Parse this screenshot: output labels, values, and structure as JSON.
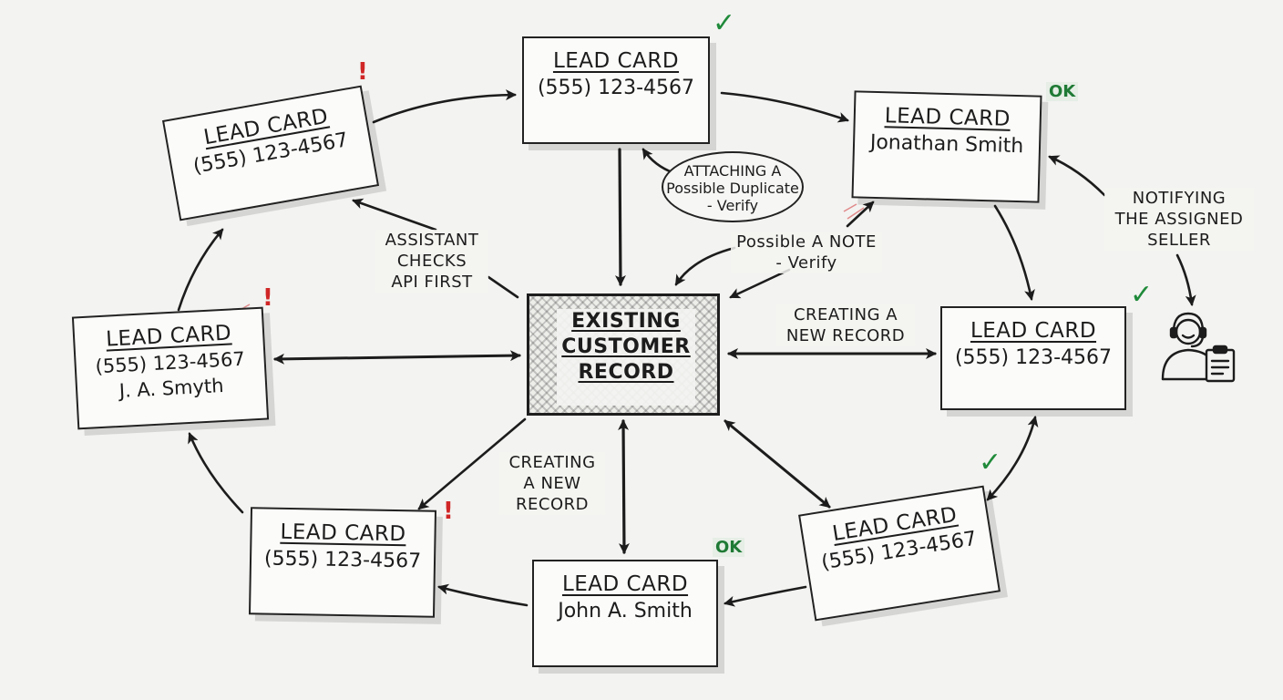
{
  "hub": {
    "lines": [
      "EXISTING",
      "CUSTOMER",
      "RECORD"
    ]
  },
  "cards": [
    {
      "id": "top-left",
      "title": "LEAD CARD",
      "lines": [
        "(555) 123-4567"
      ],
      "mark": "!"
    },
    {
      "id": "top-center",
      "title": "LEAD CARD",
      "lines": [
        "(555) 123-4567"
      ],
      "mark": "✓"
    },
    {
      "id": "top-right",
      "title": "LEAD CARD",
      "lines": [
        "Jonathan Smith"
      ],
      "mark": "OK"
    },
    {
      "id": "mid-left",
      "title": "LEAD CARD",
      "lines": [
        "(555) 123-4567",
        "J. A. Smyth"
      ],
      "mark": "!"
    },
    {
      "id": "mid-right",
      "title": "LEAD CARD",
      "lines": [
        "(555) 123-4567"
      ],
      "mark": "✓"
    },
    {
      "id": "bottom-left",
      "title": "LEAD CARD",
      "lines": [
        "(555) 123-4567"
      ],
      "mark": "!"
    },
    {
      "id": "bottom-center",
      "title": "LEAD CARD",
      "lines": [
        "John A. Smith"
      ],
      "mark": "OK"
    },
    {
      "id": "bottom-right",
      "title": "LEAD CARD",
      "lines": [
        "(555) 123-4567"
      ],
      "mark": "✓"
    }
  ],
  "labels": {
    "assistant_checks": [
      "ASSISTANT",
      "CHECKS",
      "API FIRST"
    ],
    "attaching_duplicate": [
      "ATTACHING A",
      "Possible Duplicate",
      "- Verify"
    ],
    "possible_note": [
      "Possible A NOTE",
      "- Verify"
    ],
    "creating_right": [
      "CREATING A",
      "NEW RECORD"
    ],
    "creating_bottom": [
      "CREATING",
      "A NEW",
      "RECORD"
    ],
    "notifying": [
      "NOTIFYING",
      "THE ASSIGNED",
      "SELLER"
    ]
  },
  "icons": {
    "seller": "seller-headset-clipboard-icon"
  },
  "colors": {
    "ok": "#1f7a35",
    "check": "#1f8a3a",
    "warning": "#d02626",
    "ink": "#1c1c1c"
  }
}
